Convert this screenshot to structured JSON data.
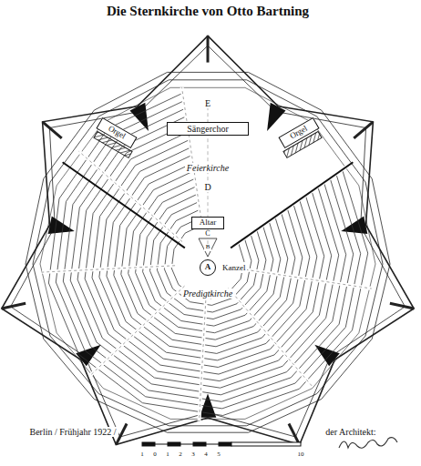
{
  "diagram": {
    "title": "Die Sternkirche von Otto Bartning",
    "nodes": [
      {
        "text": [
          "Sängerchor"
        ]
      },
      {
        "text": [
          "Orgel"
        ]
      },
      {
        "text": [
          "Orgel"
        ]
      },
      {
        "text": [
          "Altar"
        ]
      },
      {
        "text": [
          "A",
          "Kanzel"
        ]
      }
    ],
    "labels": [
      "E",
      "Feierkirche",
      "D",
      "C",
      "B",
      "Predigtkirche",
      "Berlin / Frühjahr 1922 /",
      "der Architekt:",
      "1",
      "0",
      "1",
      "2",
      "3",
      "4",
      "5",
      "10"
    ]
  }
}
